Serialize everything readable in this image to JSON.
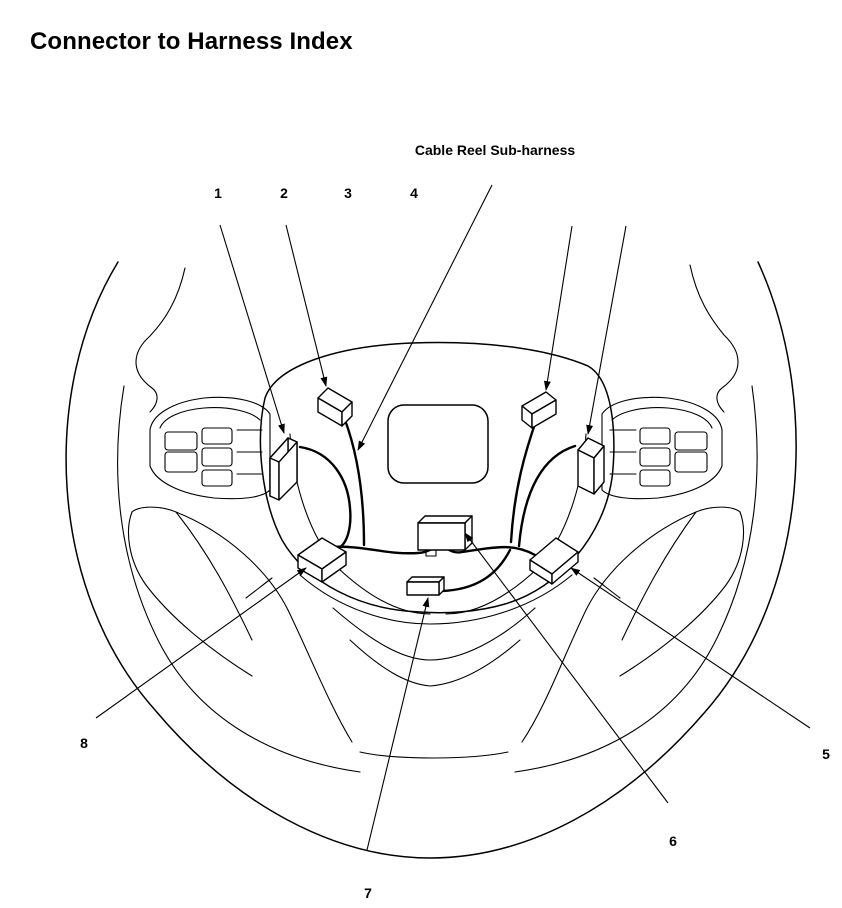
{
  "title": "Connector to Harness Index",
  "sub_harness_label": "Cable Reel Sub-harness",
  "callouts": [
    "1",
    "2",
    "3",
    "4",
    "5",
    "6",
    "7",
    "8"
  ]
}
